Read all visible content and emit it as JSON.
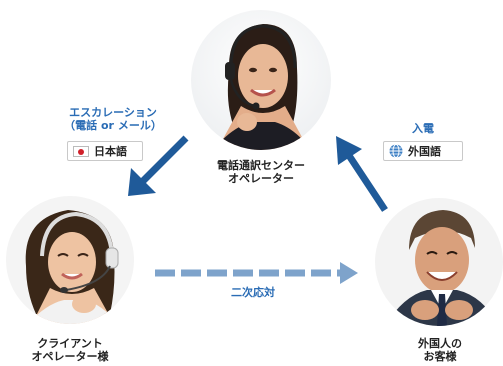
{
  "operator": {
    "line1": "電話通訳センター",
    "line2": "オペレーター"
  },
  "client": {
    "line1": "クライアント",
    "line2": "オペレーター様"
  },
  "customer": {
    "line1": "外国人の",
    "line2": "お客様"
  },
  "escalation": {
    "line1": "エスカレーション",
    "line2": "（電話 or メール）",
    "badge": "日本語",
    "badge_icon": "japan-flag-icon"
  },
  "incoming": {
    "title": "入電",
    "badge": "外国語",
    "badge_icon": "globe-icon"
  },
  "secondary": {
    "label": "二次応対"
  },
  "colors": {
    "arrow": "#1f5a99",
    "dashed_arrow": "#7ea3cb",
    "accent_text": "#2a6cb5"
  }
}
